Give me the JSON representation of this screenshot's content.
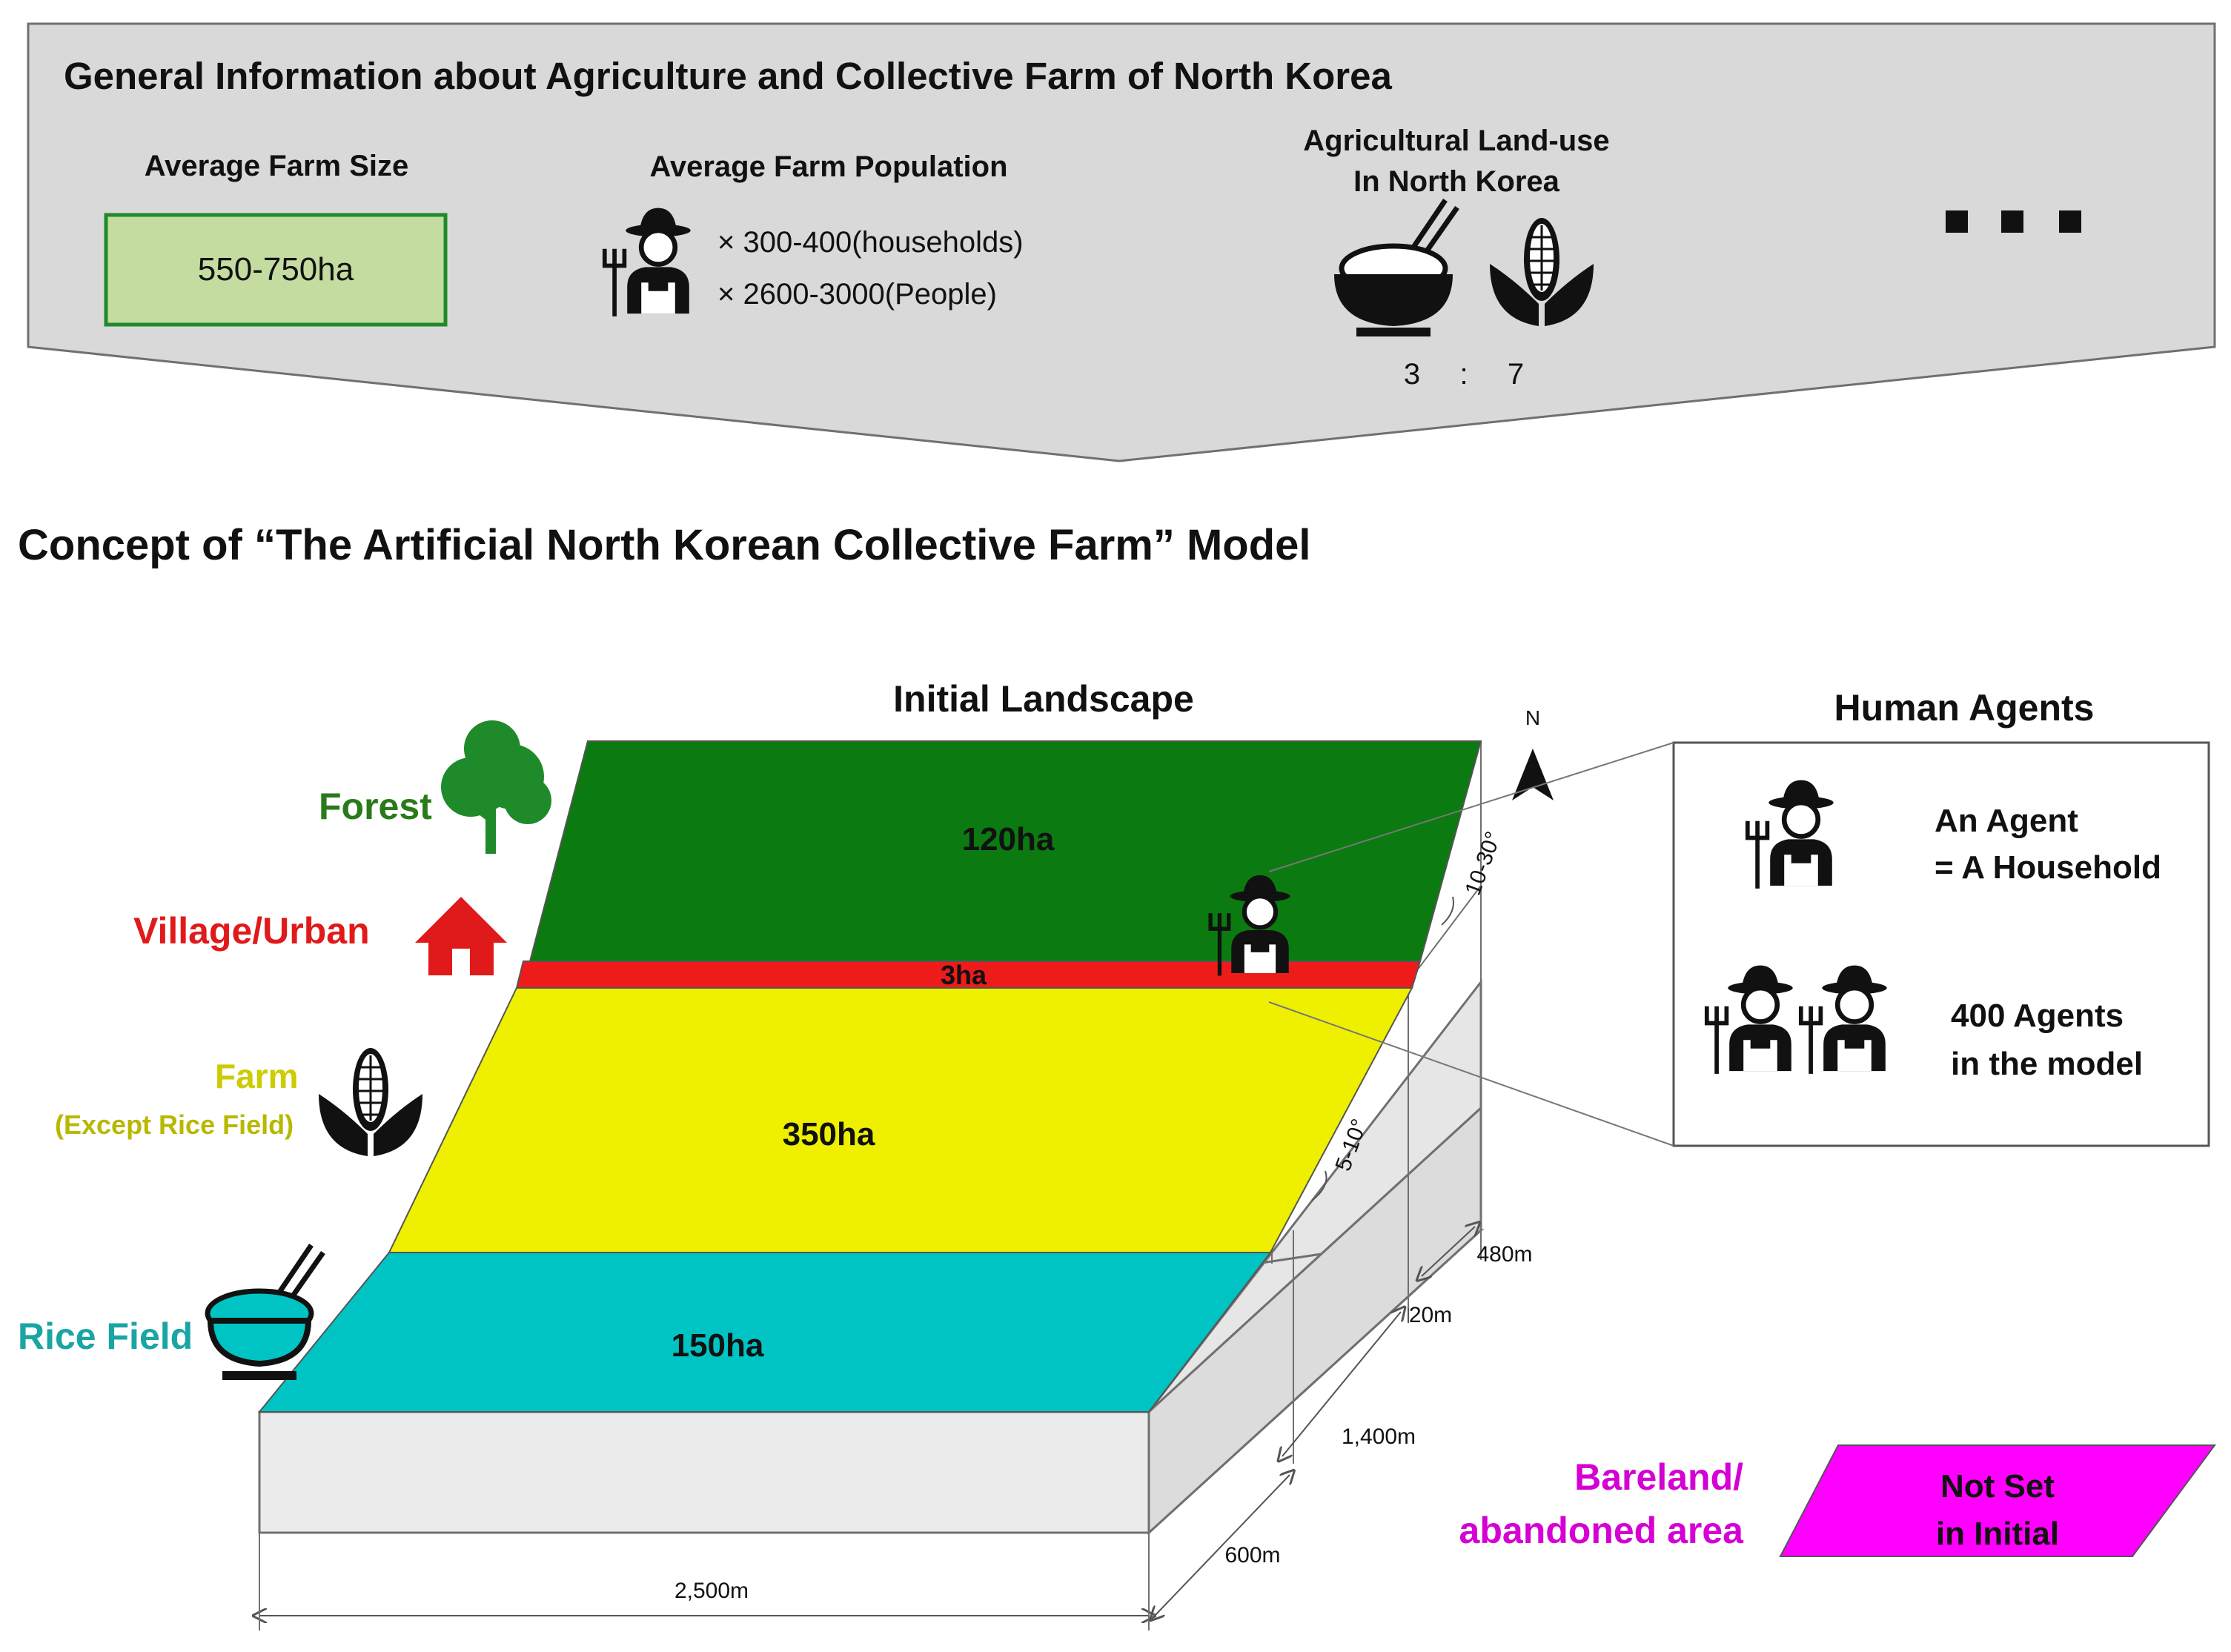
{
  "header": {
    "title": "General Information about Agriculture and Collective Farm of North Korea",
    "farm_size": {
      "label": "Average Farm Size",
      "value": "550-750ha"
    },
    "population": {
      "label": "Average Farm Population",
      "households": "× 300-400(households)",
      "people": "× 2600-3000(People)"
    },
    "land_use": {
      "label_line1": "Agricultural Land-use",
      "label_line2": "In North Korea",
      "rice": "3",
      "sep": ":",
      "corn": "7"
    }
  },
  "concept_title": "Concept of “The Artificial North Korean Collective Farm” Model",
  "landscape": {
    "title": "Initial Landscape",
    "north": "N",
    "slope_upper": "10-30°",
    "slope_lower": "5-10°",
    "layers": [
      {
        "name": "Forest",
        "area": "120ha",
        "color": "#0b7a10"
      },
      {
        "name": "Village/Urban",
        "area": "3ha",
        "color": "#ee1b1b"
      },
      {
        "name": "Farm",
        "sub": "(Except Rice Field)",
        "area": "350ha",
        "color": "#eef000"
      },
      {
        "name": "Rice Field",
        "area": "150ha",
        "color": "#00c4c4"
      }
    ],
    "dimensions": {
      "width": "2,500m",
      "depth": "600m",
      "d1400": "1,400m",
      "d20": "20m",
      "d480": "480m"
    }
  },
  "agents": {
    "title": "Human Agents",
    "agent_line1": "An Agent",
    "agent_line2": "= A Household",
    "count_line1": "400 Agents",
    "count_line2": "in the model"
  },
  "bareland": {
    "label_line1": "Bareland/",
    "label_line2": "abandoned area",
    "box_line1": "Not Set",
    "box_line2": "in Initial",
    "color": "#ff00ff"
  }
}
